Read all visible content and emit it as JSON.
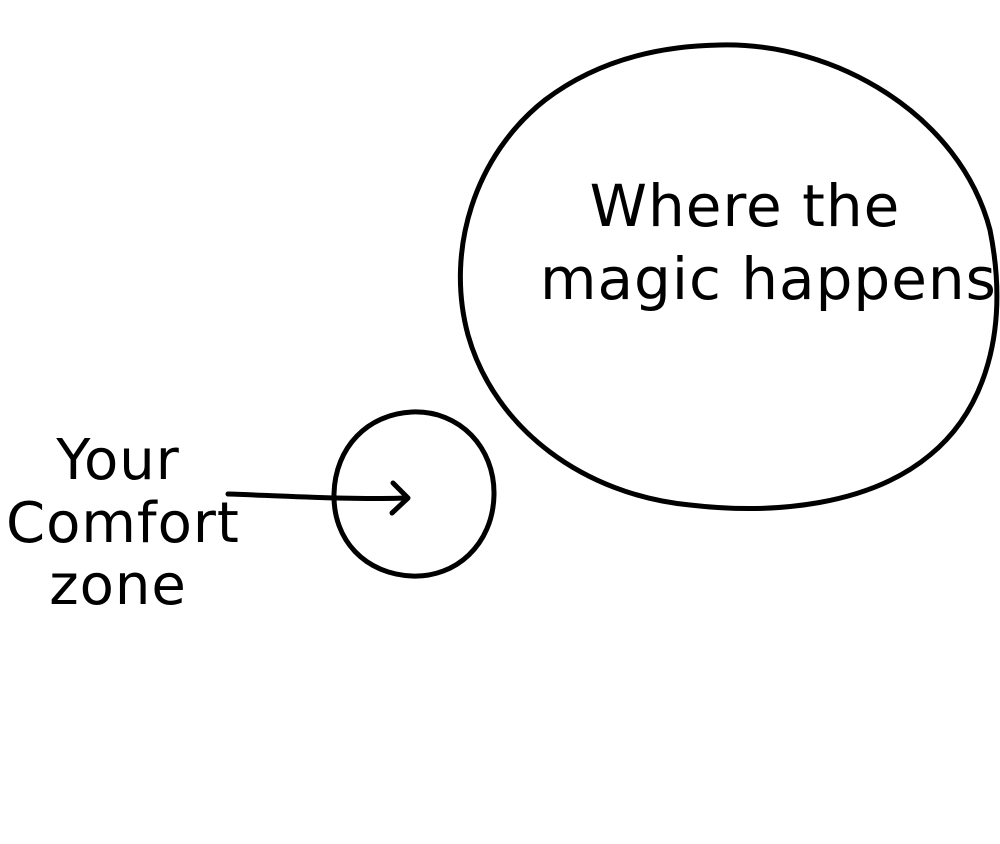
{
  "colors": {
    "ink": "#000000",
    "background": "#ffffff"
  },
  "diagram": {
    "big_circle_label_line1": "Where the",
    "big_circle_label_line2": "magic happens",
    "small_circle_label_line1": "Your",
    "small_circle_label_line2": "Comfort",
    "small_circle_label_line3": "zone"
  }
}
